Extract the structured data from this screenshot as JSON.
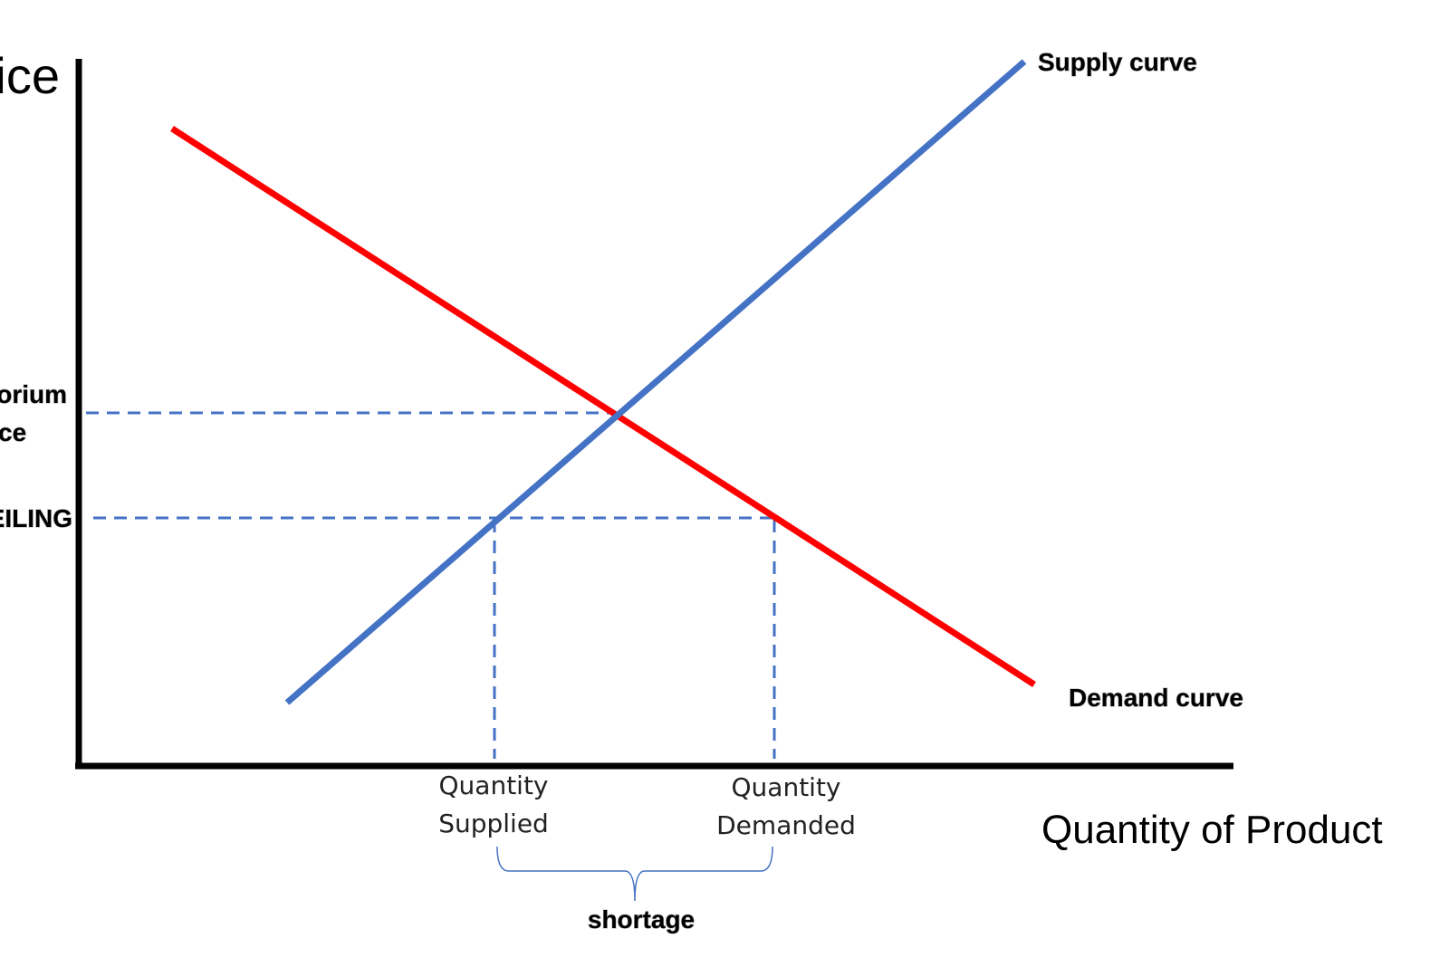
{
  "diagram": {
    "y_axis_label": "ice",
    "x_axis_label": "Quantity of Product",
    "supply_label": "Supply curve",
    "demand_label": "Demand curve",
    "equilibrium_label_line1": "orium",
    "equilibrium_label_line2": "ce",
    "ceiling_label": "EILING",
    "quantity_supplied_line1": "Quantity",
    "quantity_supplied_line2": "Supplied",
    "quantity_demanded_line1": "Quantity",
    "quantity_demanded_line2": "Demanded",
    "shortage_label": "shortage",
    "colors": {
      "supply": "#4472c4",
      "demand": "#ff0000",
      "guides": "#4472c4",
      "axes": "#000000"
    }
  }
}
